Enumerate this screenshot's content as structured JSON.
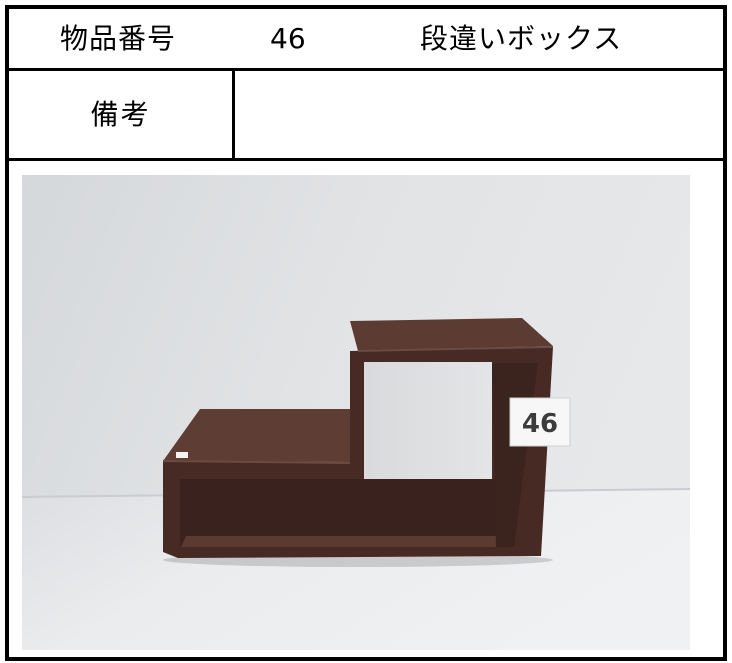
{
  "header": {
    "item_number_label": "物品番号",
    "item_number": "46",
    "item_name": "段違いボックス"
  },
  "remarks": {
    "label": "備考",
    "value": ""
  },
  "photo": {
    "tag_text": "46"
  },
  "colors": {
    "border": "#000000",
    "wall": "#e0e2e4",
    "table": "#eceef0",
    "shelf_brown": "#472a24"
  }
}
